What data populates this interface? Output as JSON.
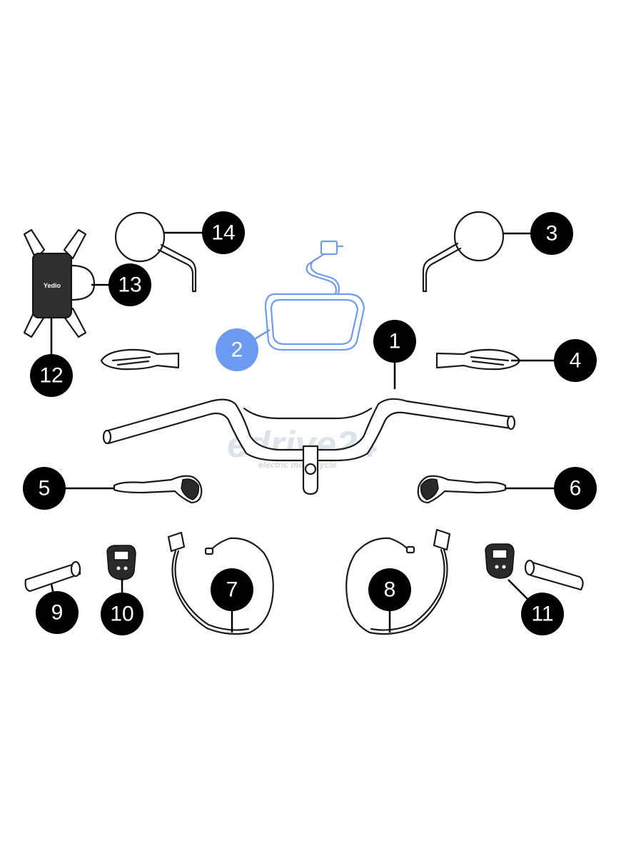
{
  "watermark": {
    "brand": "edrive24",
    "tagline": "electric     motorcycle"
  },
  "phone_holder_label": "Yedio",
  "highlight_color": "#6d9bf1",
  "parts": [
    {
      "id": "handlebar",
      "number": "1",
      "highlighted": false
    },
    {
      "id": "display-frame",
      "number": "2",
      "highlighted": true
    },
    {
      "id": "mirror-right",
      "number": "3",
      "highlighted": false
    },
    {
      "id": "indicator-right",
      "number": "4",
      "highlighted": false
    },
    {
      "id": "lever-left",
      "number": "5",
      "highlighted": false
    },
    {
      "id": "lever-right",
      "number": "6",
      "highlighted": false
    },
    {
      "id": "cable-left",
      "number": "7",
      "highlighted": false
    },
    {
      "id": "cable-right",
      "number": "8",
      "highlighted": false
    },
    {
      "id": "grip-left",
      "number": "9",
      "highlighted": false
    },
    {
      "id": "switch-left",
      "number": "10",
      "highlighted": false
    },
    {
      "id": "switch-right",
      "number": "11",
      "highlighted": false
    },
    {
      "id": "phone-holder",
      "number": "12",
      "highlighted": false
    },
    {
      "id": "phone-holder-strap",
      "number": "13",
      "highlighted": false
    },
    {
      "id": "mirror-left",
      "number": "14",
      "highlighted": false
    }
  ]
}
